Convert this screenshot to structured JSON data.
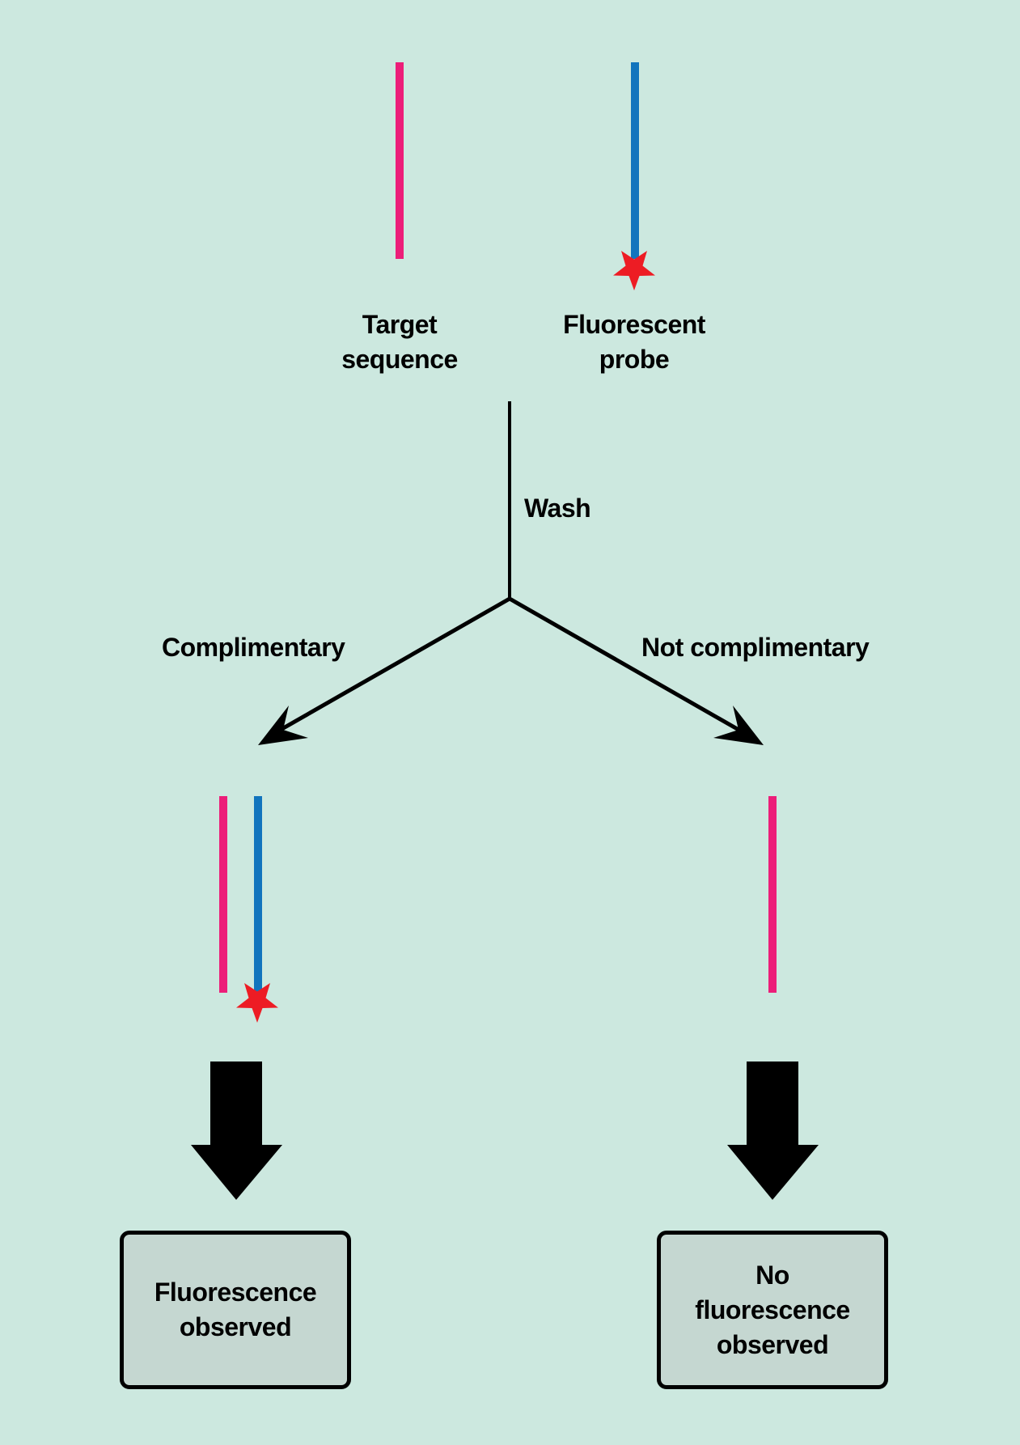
{
  "colors": {
    "background": "#cce8df",
    "target_strand": "#ec1e79",
    "probe_strand": "#1174bd",
    "fluorophore": "#ed1c24",
    "box_fill": "#c5d7d1",
    "line": "#000000"
  },
  "top": {
    "target_label": "Target\nsequence",
    "probe_label": "Fluorescent\nprobe"
  },
  "wash_label": "Wash",
  "branches": [
    {
      "label": "Complimentary",
      "result": "Fluorescence\nobserved"
    },
    {
      "label": "Not complimentary",
      "result": "No\nfluorescence\nobserved"
    }
  ]
}
